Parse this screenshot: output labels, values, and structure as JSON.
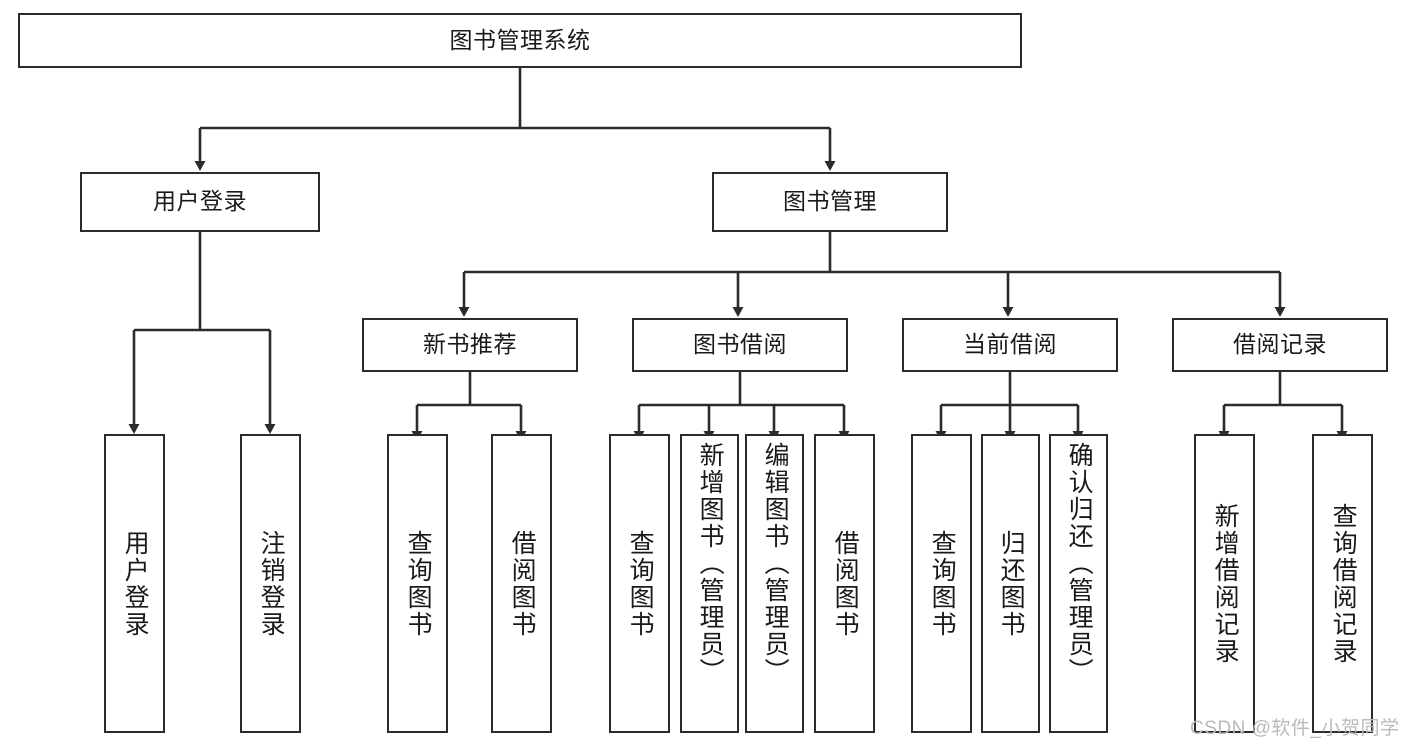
{
  "diagram": {
    "type": "tree-hierarchy-chart",
    "title": "图书管理系统",
    "style": {
      "box_border_color": "#2b2b2b",
      "box_fill_color": "#ffffff",
      "text_color": "#1a1a1a",
      "edge_color": "#2b2b2b",
      "background_color": "#ffffff"
    },
    "nodes": {
      "root": {
        "label": "图书管理系统",
        "level": 1,
        "orientation": "horizontal"
      },
      "l2": [
        {
          "id": "user-login",
          "label": "用户登录",
          "level": 2,
          "orientation": "horizontal"
        },
        {
          "id": "book-manage",
          "label": "图书管理",
          "level": 2,
          "orientation": "horizontal"
        }
      ],
      "l3": [
        {
          "id": "new-book-rec",
          "label": "新书推荐",
          "level": 3,
          "orientation": "horizontal"
        },
        {
          "id": "book-borrow",
          "label": "图书借阅",
          "level": 3,
          "orientation": "horizontal"
        },
        {
          "id": "current-borrow",
          "label": "当前借阅",
          "level": 3,
          "orientation": "horizontal"
        },
        {
          "id": "borrow-record",
          "label": "借阅记录",
          "level": 3,
          "orientation": "horizontal"
        }
      ],
      "leaves": [
        {
          "id": "leaf-user-login",
          "label": "用户登录",
          "parent": "user-login",
          "orientation": "vertical"
        },
        {
          "id": "leaf-user-logout",
          "label": "注销登录",
          "parent": "user-login",
          "orientation": "vertical"
        },
        {
          "id": "leaf-query-book-1",
          "label": "查询图书",
          "parent": "new-book-rec",
          "orientation": "vertical"
        },
        {
          "id": "leaf-borrow-book-1",
          "label": "借阅图书",
          "parent": "new-book-rec",
          "orientation": "vertical"
        },
        {
          "id": "leaf-query-book-2",
          "label": "查询图书",
          "parent": "book-borrow",
          "orientation": "vertical"
        },
        {
          "id": "leaf-add-book",
          "label": "新增图书（管理员）",
          "parent": "book-borrow",
          "orientation": "vertical"
        },
        {
          "id": "leaf-edit-book",
          "label": "编辑图书（管理员）",
          "parent": "book-borrow",
          "orientation": "vertical"
        },
        {
          "id": "leaf-borrow-book-2",
          "label": "借阅图书",
          "parent": "book-borrow",
          "orientation": "vertical"
        },
        {
          "id": "leaf-query-book-3",
          "label": "查询图书",
          "parent": "current-borrow",
          "orientation": "vertical"
        },
        {
          "id": "leaf-return-book",
          "label": "归还图书",
          "parent": "current-borrow",
          "orientation": "vertical"
        },
        {
          "id": "leaf-confirm-return",
          "label": "确认归还（管理员）",
          "parent": "current-borrow",
          "orientation": "vertical"
        },
        {
          "id": "leaf-add-record",
          "label": "新增借阅记录",
          "parent": "borrow-record",
          "orientation": "vertical"
        },
        {
          "id": "leaf-query-record",
          "label": "查询借阅记录",
          "parent": "borrow-record",
          "orientation": "vertical"
        }
      ]
    },
    "watermark": "CSDN @软件_小贺同学"
  }
}
